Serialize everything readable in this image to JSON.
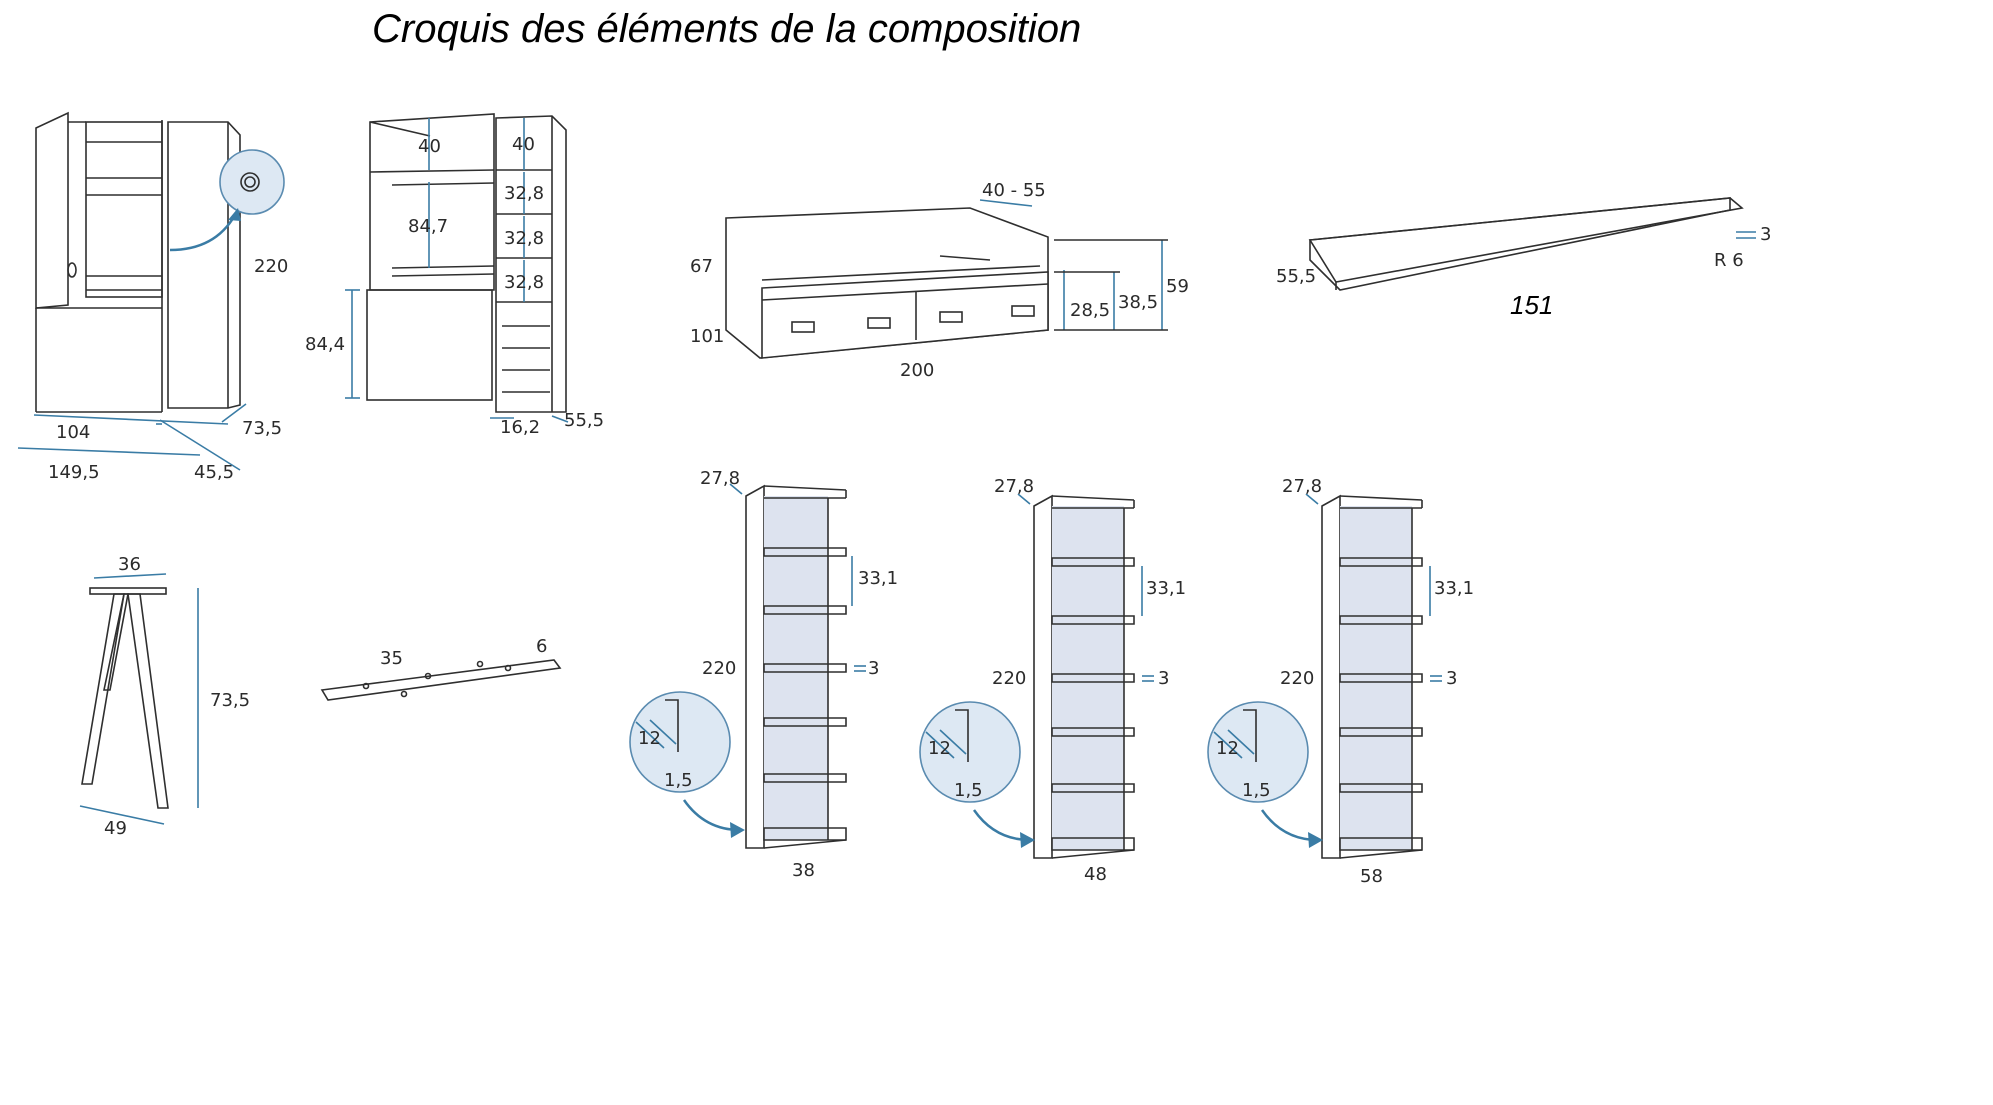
{
  "title": "Croquis des éléments de la composition",
  "wardrobe": {
    "width": "104",
    "height": "220",
    "depth": "73,5",
    "open_width": "149,5",
    "door": "45,5"
  },
  "desk_unit": {
    "top": "40",
    "top_right": "40",
    "middle": "84,7",
    "shelf_a": "32,8",
    "shelf_b": "32,8",
    "shelf_c": "32,8",
    "desk_height": "84,4",
    "offset": "16,2",
    "depth": "55,5"
  },
  "bed": {
    "rail": "40 - 55",
    "head_height": "67",
    "width": "101",
    "length": "200",
    "h1": "28,5",
    "h2": "38,5",
    "h3": "59"
  },
  "board": {
    "depth": "55,5",
    "thickness": "3",
    "radius": "R 6",
    "length": "151"
  },
  "leg": {
    "top": "36",
    "height": "73,5",
    "base": "49"
  },
  "plate": {
    "length": "35",
    "width": "6"
  },
  "shelves": [
    {
      "depth": "27,8",
      "spacing": "33,1",
      "height": "220",
      "thickness": "3",
      "groove": "12",
      "groove_w": "1,5",
      "width": "38"
    },
    {
      "depth": "27,8",
      "spacing": "33,1",
      "height": "220",
      "thickness": "3",
      "groove": "12",
      "groove_w": "1,5",
      "width": "48"
    },
    {
      "depth": "27,8",
      "spacing": "33,1",
      "height": "220",
      "thickness": "3",
      "groove": "12",
      "groove_w": "1,5",
      "width": "58"
    }
  ],
  "colors": {
    "dimension_line": "#3a7ca5",
    "back_panel": "#dde3ef"
  }
}
